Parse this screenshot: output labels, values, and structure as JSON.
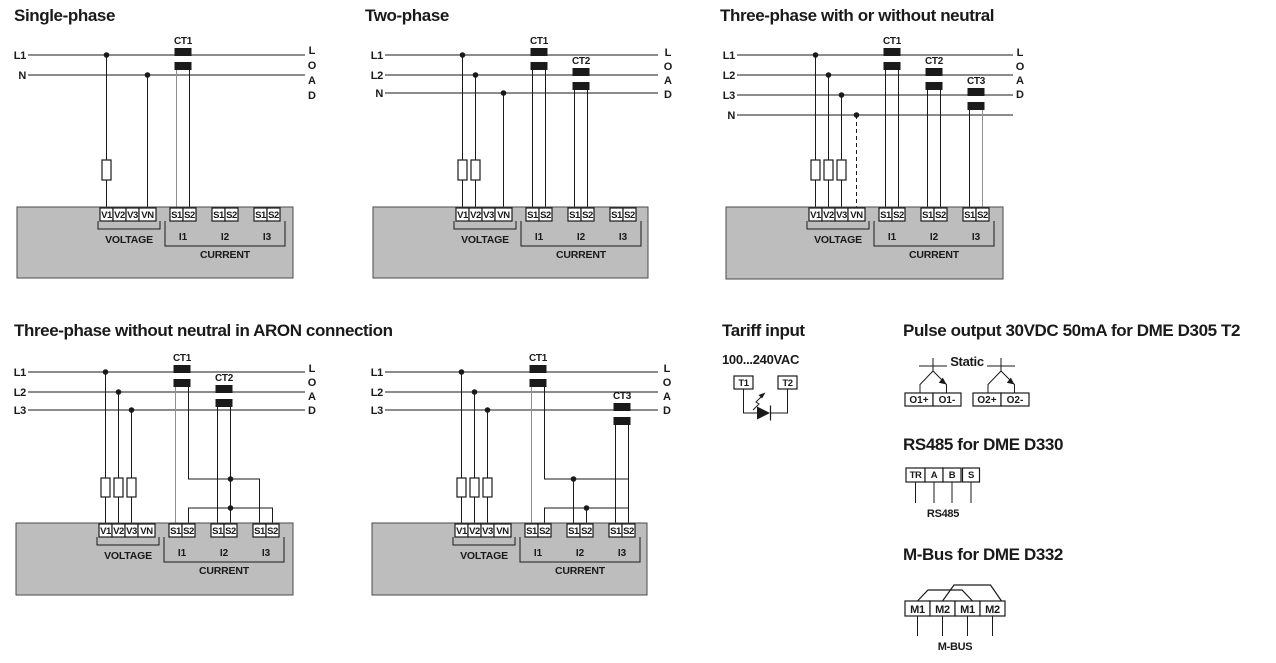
{
  "titles": {
    "single_phase": "Single-phase",
    "two_phase": "Two-phase",
    "three_phase": "Three-phase with or without neutral",
    "aron": "Three-phase without neutral in ARON connection",
    "tariff": "Tariff input",
    "pulse": "Pulse output 30VDC 50mA for DME D305 T2",
    "rs485": "RS485 for DME D330",
    "mbus": "M-Bus for DME D332"
  },
  "phase_labels": {
    "l1": "L1",
    "l2": "L2",
    "l3": "L3",
    "n": "N"
  },
  "load_vertical": [
    "L",
    "O",
    "A",
    "D"
  ],
  "cts": [
    "CT1",
    "CT2",
    "CT3"
  ],
  "meter": {
    "v_terminals": [
      "V1",
      "V2",
      "V3",
      "VN"
    ],
    "s_terminals": [
      "S1",
      "S2"
    ],
    "current_groups": [
      "I1",
      "I2",
      "I3"
    ],
    "voltage_label": "VOLTAGE",
    "current_label": "CURRENT"
  },
  "tariff": {
    "range": "100...240VAC",
    "terminals": [
      "T1",
      "T2"
    ]
  },
  "pulse": {
    "static_label": "Static",
    "terminals": [
      "O1+",
      "O1-",
      "O2+",
      "O2-"
    ]
  },
  "rs485": {
    "terminals": [
      "TR",
      "A",
      "B",
      "S"
    ],
    "bus_label": "RS485"
  },
  "mbus": {
    "terminals": [
      "M1",
      "M2",
      "M1",
      "M2"
    ],
    "bus_label": "M-BUS"
  },
  "colors": {
    "wire": "#1a1a1a",
    "gray_wire": "#8f8f8f",
    "meter_fill": "#bdbdbd",
    "meter_border": "#4a4a4a",
    "terminal_fill": "#ffffff"
  }
}
